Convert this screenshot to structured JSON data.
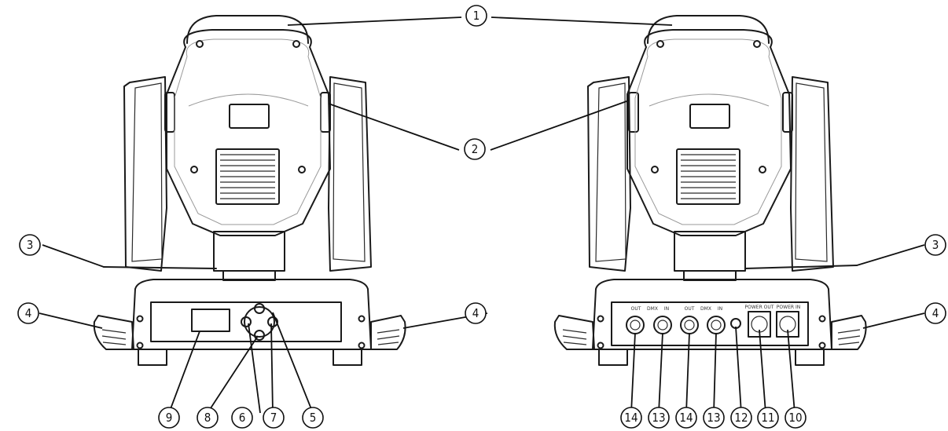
{
  "callouts": {
    "c1": "1",
    "c2": "2",
    "c3": "3",
    "c4": "4",
    "c5": "5",
    "c6": "6",
    "c7": "7",
    "c8": "8",
    "c9": "9",
    "c10": "10",
    "c11": "11",
    "c12": "12",
    "c13": "13",
    "c14": "14"
  },
  "rear_panel_labels": {
    "out_a": "OUT",
    "dmx_a": "DMX",
    "in_a": "IN",
    "out_b": "OUT",
    "dmx_b": "DMX",
    "in_b": "IN",
    "power_out": "POWER OUT",
    "power_in": "POWER IN"
  }
}
